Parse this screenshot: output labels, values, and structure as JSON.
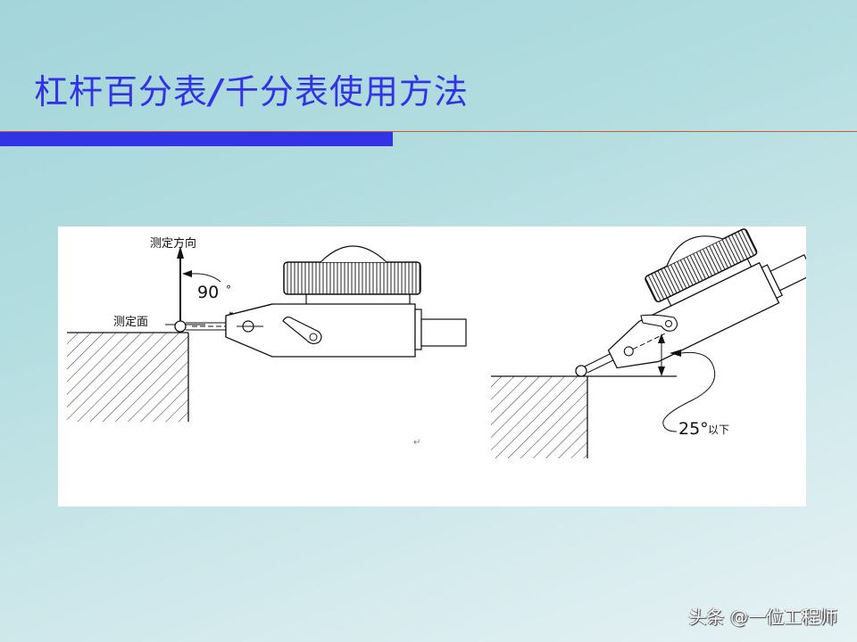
{
  "slide": {
    "title_part1": "杠杆百分表",
    "title_slash": "/",
    "title_part2": "千分表使用方法",
    "accent_color": "#3333e6",
    "rule_color": "#c0603a"
  },
  "figure": {
    "left_diagram": {
      "direction_label": "测定方向",
      "angle_label": "90",
      "degree_mark": "°",
      "surface_label": "测定面"
    },
    "right_diagram": {
      "angle_label": "25°",
      "angle_suffix": "以下"
    },
    "return_mark": "↵"
  },
  "watermark": {
    "text": "头条 @一位工程师"
  }
}
